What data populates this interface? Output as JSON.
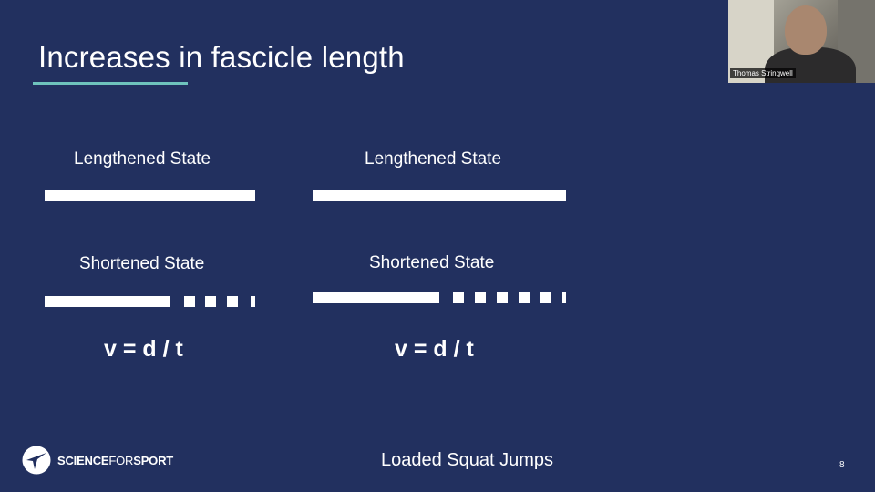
{
  "slide": {
    "title": "Increases in fascicle length",
    "left_panel": {
      "lengthened_label": "Lengthened State",
      "shortened_label": "Shortened State",
      "formula": "v = d / t"
    },
    "right_panel": {
      "lengthened_label": "Lengthened State",
      "shortened_label": "Shortened State",
      "formula": "v = d / t"
    },
    "footer": {
      "caption": "Loaded Squat Jumps",
      "page_number": "8",
      "logo_bold": "SCIENCE",
      "logo_light": "FOR",
      "logo_bold2": "SPORT"
    }
  },
  "video_overlay": {
    "participant_name": "Thomas Stringwell"
  },
  "colors": {
    "background": "#22305f",
    "accent_underline": "#6fc3bd",
    "text": "#ffffff"
  },
  "icons": [
    "science-for-sport-logo-icon"
  ]
}
